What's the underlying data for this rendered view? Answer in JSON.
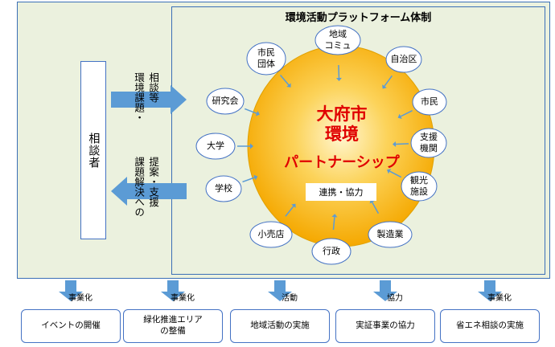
{
  "title": "環境活動プラットフォーム体制",
  "consulter": "相談者",
  "left_labels": {
    "top_col1": "相談等",
    "top_col2": "環境課題・",
    "bottom_col1": "提案・支援",
    "bottom_col2": "課題解決への"
  },
  "center": {
    "title": "大府市\n環境",
    "partnership": "パートナーシップ",
    "collab": "連携・協力"
  },
  "nodes": [
    {
      "label": "地域\nコミュ"
    },
    {
      "label": "自治区"
    },
    {
      "label": "市民"
    },
    {
      "label": "支援\n機関"
    },
    {
      "label": "観光\n施設"
    },
    {
      "label": "製造業"
    },
    {
      "label": "行政"
    },
    {
      "label": "小売店"
    },
    {
      "label": "学校"
    },
    {
      "label": "大学"
    },
    {
      "label": "研究会"
    },
    {
      "label": "市民\n団体"
    }
  ],
  "bottom": [
    {
      "arrow_label": "事業化",
      "box": "イベントの開催"
    },
    {
      "arrow_label": "事業化",
      "box": "緑化推進エリア\nの整備"
    },
    {
      "arrow_label": "活動",
      "box": "地域活動の実施"
    },
    {
      "arrow_label": "協力",
      "box": "実証事業の協力"
    },
    {
      "arrow_label": "事業化",
      "box": "省エネ相談の実施"
    }
  ],
  "colors": {
    "background": "#ebf1de",
    "border": "#3b6fb6",
    "arrow": "#5b9bd5",
    "center_text": "#e00000",
    "blob_center": "#fff3c4",
    "blob_edge": "#f7b500"
  }
}
